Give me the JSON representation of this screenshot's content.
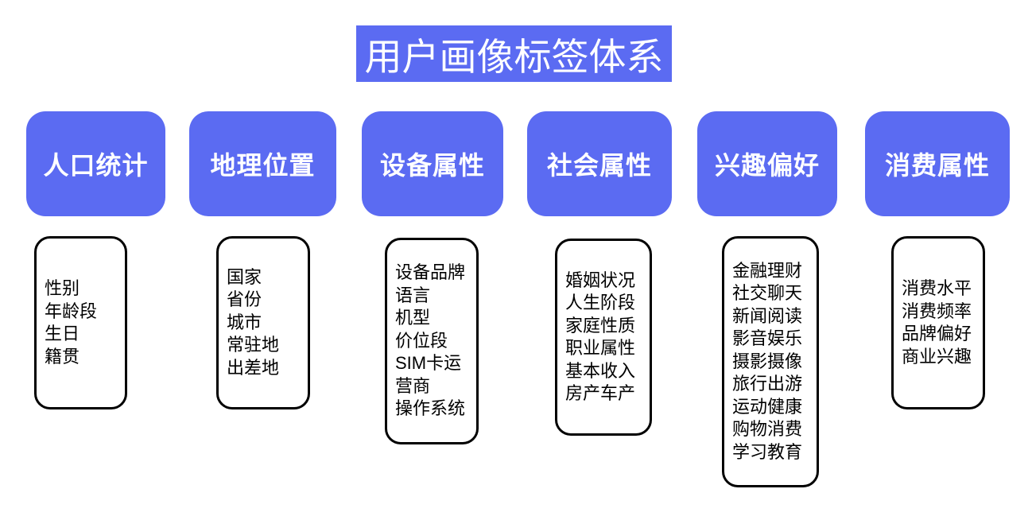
{
  "title": "用户画像标签体系",
  "colors": {
    "accent": "#5b6bf2",
    "title_text": "#ffffff",
    "header_text": "#ffffff",
    "box_bg": "#ffffff",
    "box_border": "#000000",
    "item_text": "#000000"
  },
  "columns": [
    {
      "title": "人口统计",
      "items": [
        "性别",
        "年龄段",
        "生日",
        "籍贯"
      ]
    },
    {
      "title": "地理位置",
      "items": [
        "国家",
        "省份",
        "城市",
        "常驻地",
        "出差地"
      ]
    },
    {
      "title": "设备属性",
      "items": [
        "设备品牌",
        "语言",
        "机型",
        "价位段",
        "SIM卡运营商",
        "操作系统"
      ]
    },
    {
      "title": "社会属性",
      "items": [
        "婚姻状况",
        "人生阶段",
        "家庭性质",
        "职业属性",
        "基本收入",
        "房产车产"
      ]
    },
    {
      "title": "兴趣偏好",
      "items": [
        "金融理财",
        "社交聊天",
        "新闻阅读",
        "影音娱乐",
        "摄影摄像",
        "旅行出游",
        "运动健康",
        "购物消费",
        "学习教育"
      ]
    },
    {
      "title": "消费属性",
      "items": [
        "消费水平",
        "消费频率",
        "品牌偏好",
        "商业兴趣"
      ]
    }
  ]
}
